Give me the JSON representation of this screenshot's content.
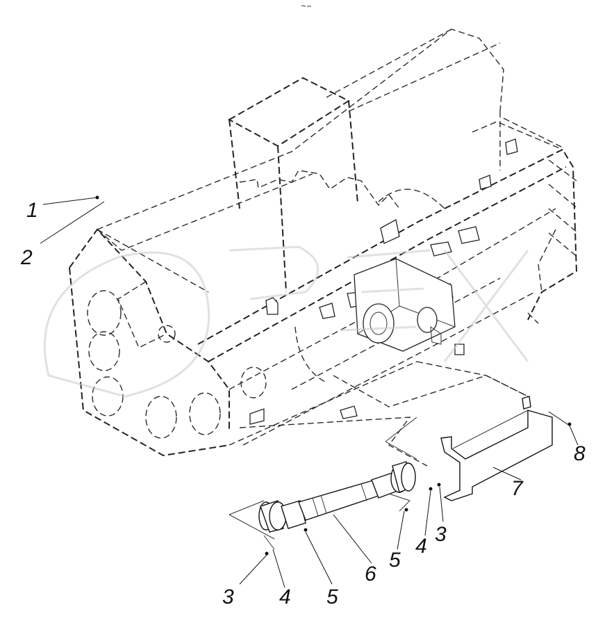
{
  "callouts": [
    {
      "id": "c1",
      "label": "1"
    },
    {
      "id": "c2",
      "label": "2"
    },
    {
      "id": "c3a",
      "label": "3"
    },
    {
      "id": "c4a",
      "label": "4"
    },
    {
      "id": "c5a",
      "label": "5"
    },
    {
      "id": "c6",
      "label": "6"
    },
    {
      "id": "c5b",
      "label": "5"
    },
    {
      "id": "c4b",
      "label": "4"
    },
    {
      "id": "c3b",
      "label": "3"
    },
    {
      "id": "c7",
      "label": "7"
    },
    {
      "id": "c8",
      "label": "8"
    }
  ],
  "watermark": {
    "text": "ОРЕХ"
  }
}
